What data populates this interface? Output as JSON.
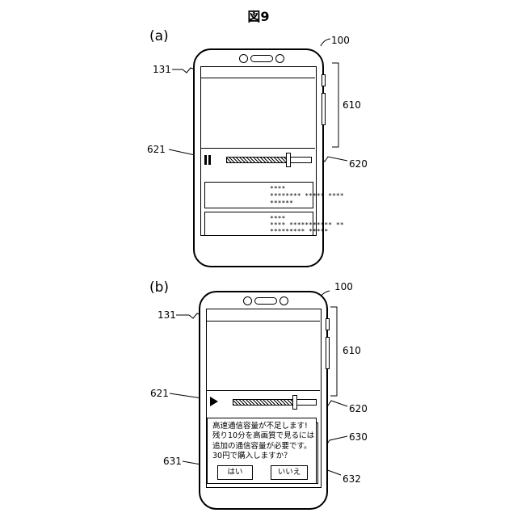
{
  "figure_title": "図9",
  "panel_a": {
    "label": "(a)",
    "refs": {
      "device": "100",
      "screen": "131",
      "video_area": "610",
      "seek_bar": "620",
      "play_control": "621"
    },
    "items": [
      {
        "line1": "****",
        "line2": "******** ***** ****",
        "line3": "******"
      },
      {
        "line1": "****",
        "line2": "**** *********** **",
        "line3": "********* *****"
      }
    ]
  },
  "panel_b": {
    "label": "(b)",
    "refs": {
      "device": "100",
      "screen": "131",
      "video_area": "610",
      "seek_bar": "620",
      "play_control": "621",
      "dialog": "630",
      "yes_ref": "631",
      "no_ref": "632"
    },
    "dialog": {
      "line1": "高速通信容量が不足します!",
      "line2": "残り10分を高画質で見るには",
      "line3": "追加の通信容量が必要です。",
      "line4": "30円で購入しますか？",
      "yes": "はい",
      "no": "いいえ"
    }
  }
}
